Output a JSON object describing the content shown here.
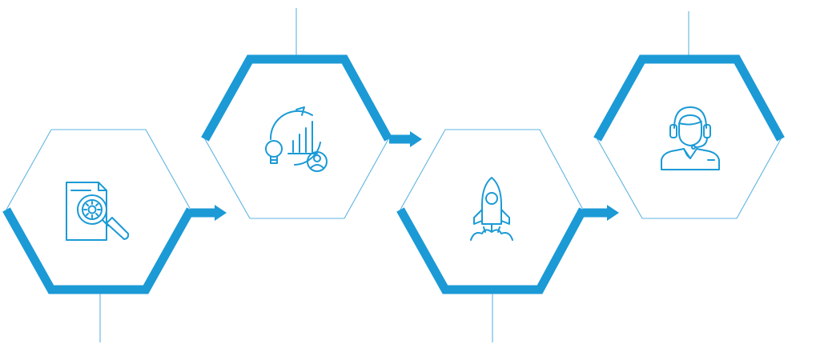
{
  "colors": {
    "accent": "#1b9ad6",
    "thin_line": "#5fb4e0",
    "background": "#ffffff"
  },
  "steps": [
    {
      "icon": "document-search-gear-icon",
      "emphasis": "bottom"
    },
    {
      "icon": "growth-cycle-analytics-icon",
      "emphasis": "top"
    },
    {
      "icon": "rocket-launch-icon",
      "emphasis": "bottom"
    },
    {
      "icon": "customer-support-agent-icon",
      "emphasis": "top"
    }
  ]
}
